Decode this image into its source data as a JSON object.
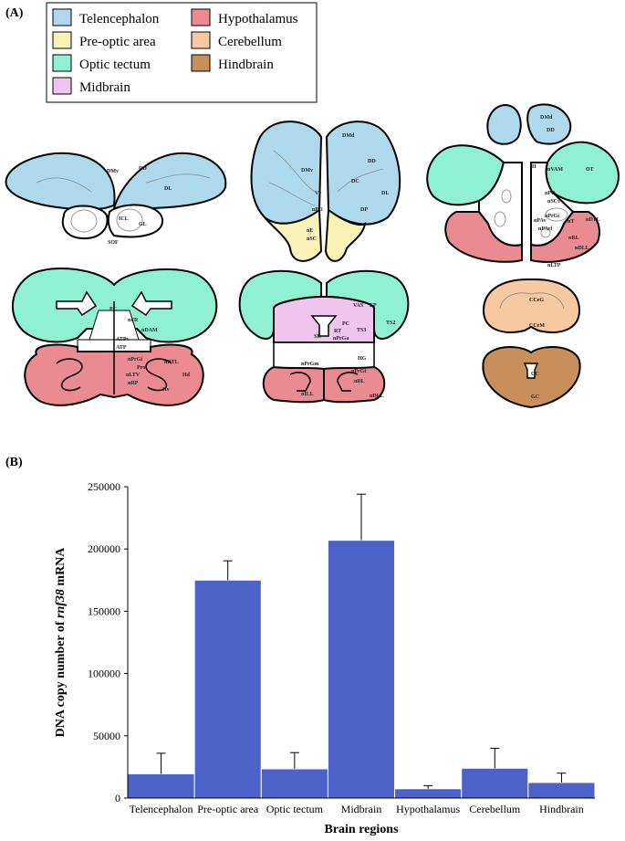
{
  "panel_a": {
    "label": "(A)",
    "legend": [
      {
        "name": "Telencephalon",
        "color": "#aed8ec"
      },
      {
        "name": "Pre-optic area",
        "color": "#faf3b8"
      },
      {
        "name": "Optic tectum",
        "color": "#8ff0d4"
      },
      {
        "name": "Midbrain",
        "color": "#efc5ef"
      },
      {
        "name": "Hypothalamus",
        "color": "#ea8b91"
      },
      {
        "name": "Cerebellum",
        "color": "#f8c8a0"
      },
      {
        "name": "Hindbrain",
        "color": "#c88f5c"
      }
    ],
    "section_labels": {
      "s1": [
        "DMv",
        "DD",
        "DL",
        "ICL",
        "GL",
        "SOF"
      ],
      "s2": [
        "DMd",
        "DD",
        "DMv",
        "DC",
        "DL",
        "Vv",
        "nPO",
        "DP",
        "nE",
        "nSC"
      ],
      "s3": [
        "DMd",
        "DD",
        "H",
        "nVAM",
        "OT",
        "nPO",
        "nSCv",
        "nPrGi",
        "nPAv",
        "nPAvl",
        "nT",
        "nDTL",
        "nRL",
        "nDLL",
        "nLTP"
      ],
      "s4": [
        "PC",
        "nFR",
        "nDAM",
        "ATPv",
        "ATP",
        "nPrGi",
        "nDTL",
        "Pro",
        "nLTV",
        "Hd",
        "nRP",
        "Hv"
      ],
      "s5": [
        "VAS",
        "EP",
        "TS2",
        "PC",
        "RT",
        "TS3",
        "SR",
        "nPrGa",
        "nPrGm",
        "HG",
        "nPrGt",
        "nRL",
        "nILL",
        "nDLL"
      ],
      "s6": [
        "CCeG",
        "CCeM"
      ],
      "s7": [
        "CC",
        "GC"
      ]
    }
  },
  "panel_b": {
    "label": "(B)"
  },
  "chart_data": {
    "type": "bar",
    "categories": [
      "Telencephalon",
      "Pre-optic area",
      "Optic tectum",
      "Midbrain",
      "Hypothalamus",
      "Cerebellum",
      "Hindbrain"
    ],
    "values": [
      19500,
      175000,
      23500,
      207000,
      7500,
      24000,
      12500
    ],
    "errors": [
      16500,
      15500,
      13000,
      37000,
      2500,
      16000,
      7500
    ],
    "ylabel_prefix": "DNA  copy number of ",
    "ylabel_gene": "rnf38",
    "ylabel_suffix": " mRNA",
    "xlabel": "Brain regions",
    "ylim": [
      0,
      250000
    ],
    "yticks": [
      "0",
      "50000",
      "100000",
      "150000",
      "200000",
      "250000"
    ],
    "bar_color": "#4d62c8",
    "grid": false,
    "legend": "none"
  }
}
